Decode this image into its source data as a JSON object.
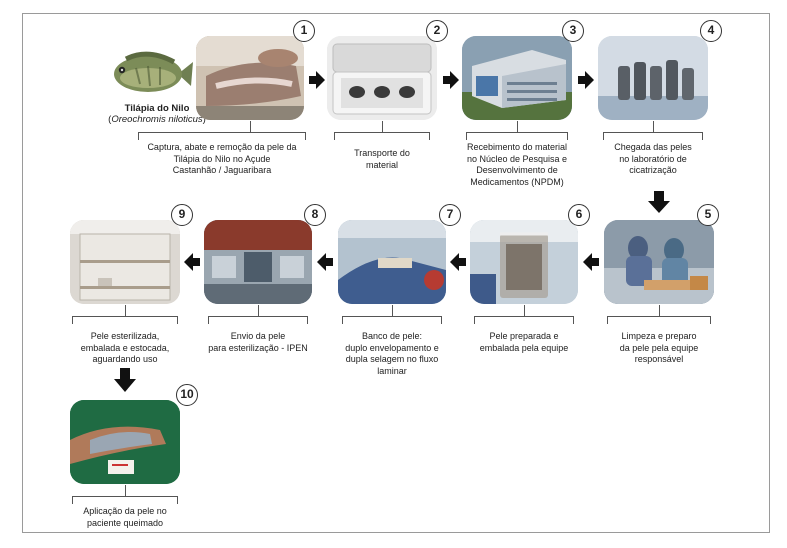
{
  "fish": {
    "name": "Tilápia do Nilo",
    "scientific_name_open": "(",
    "scientific_name": "Oreochromis niloticus",
    "scientific_name_close": ")"
  },
  "steps": [
    {
      "number": "1",
      "caption_lines": [
        "Captura, abate e remoção da pele da",
        "Tilápia do Nilo no Açude",
        "Castanhão / Jaguaribara"
      ]
    },
    {
      "number": "2",
      "caption_lines": [
        "Transporte do",
        "material"
      ]
    },
    {
      "number": "3",
      "caption_lines": [
        "Recebimento do material",
        "no Núcleo de Pesquisa e",
        "Desenvolvimento de",
        "Medicamentos (NPDM)"
      ]
    },
    {
      "number": "4",
      "caption_lines": [
        "Chegada das peles",
        "no laboratório de",
        "cicatrização"
      ]
    },
    {
      "number": "5",
      "caption_lines": [
        "Limpeza e preparo",
        "da pele pela equipe",
        "responsável"
      ]
    },
    {
      "number": "6",
      "caption_lines": [
        "Pele preparada e",
        "embalada pela equipe"
      ]
    },
    {
      "number": "7",
      "caption_lines": [
        "Banco de pele:",
        "duplo envelopamento e",
        "dupla selagem no fluxo",
        "laminar"
      ]
    },
    {
      "number": "8",
      "caption_lines": [
        "Envio da pele",
        "para esterilização - IPEN"
      ]
    },
    {
      "number": "9",
      "caption_lines": [
        "Pele esterilizada,",
        "embalada e estocada,",
        "aguardando uso"
      ]
    },
    {
      "number": "10",
      "caption_lines": [
        "Aplicação da pele no",
        "paciente queimado"
      ]
    }
  ],
  "arrows": [
    {
      "from": "1",
      "to": "2",
      "direction": "right"
    },
    {
      "from": "2",
      "to": "3",
      "direction": "right"
    },
    {
      "from": "3",
      "to": "4",
      "direction": "right"
    },
    {
      "from": "4",
      "to": "5",
      "direction": "down"
    },
    {
      "from": "5",
      "to": "6",
      "direction": "left"
    },
    {
      "from": "6",
      "to": "7",
      "direction": "left"
    },
    {
      "from": "7",
      "to": "8",
      "direction": "left"
    },
    {
      "from": "8",
      "to": "9",
      "direction": "left"
    },
    {
      "from": "9",
      "to": "10",
      "direction": "down"
    }
  ],
  "colors": {
    "frame": "#9a9a9a",
    "arrow": "#111111",
    "circle_border": "#333333"
  }
}
